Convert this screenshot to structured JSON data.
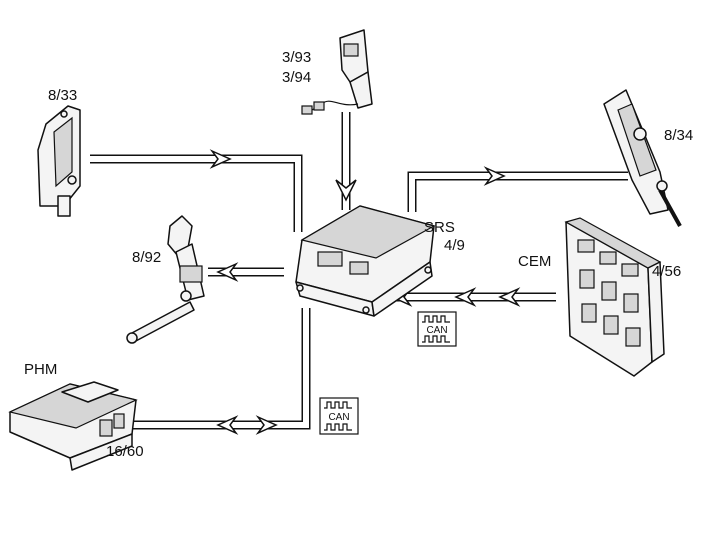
{
  "diagram": {
    "modules": {
      "srs_name": "SRS",
      "srs_ref": "4/9",
      "cem_name": "CEM",
      "cem_ref": "4/56",
      "phm_name": "PHM",
      "phm_ref": "16/60",
      "belt_left_ref": "8/33",
      "belt_right_ref": "8/34",
      "buckle_front_ref": "8/92",
      "buckle_top_ref_1": "3/93",
      "buckle_top_ref_2": "3/94"
    },
    "bus": {
      "can_label_1": "CAN",
      "can_label_2": "CAN"
    }
  }
}
